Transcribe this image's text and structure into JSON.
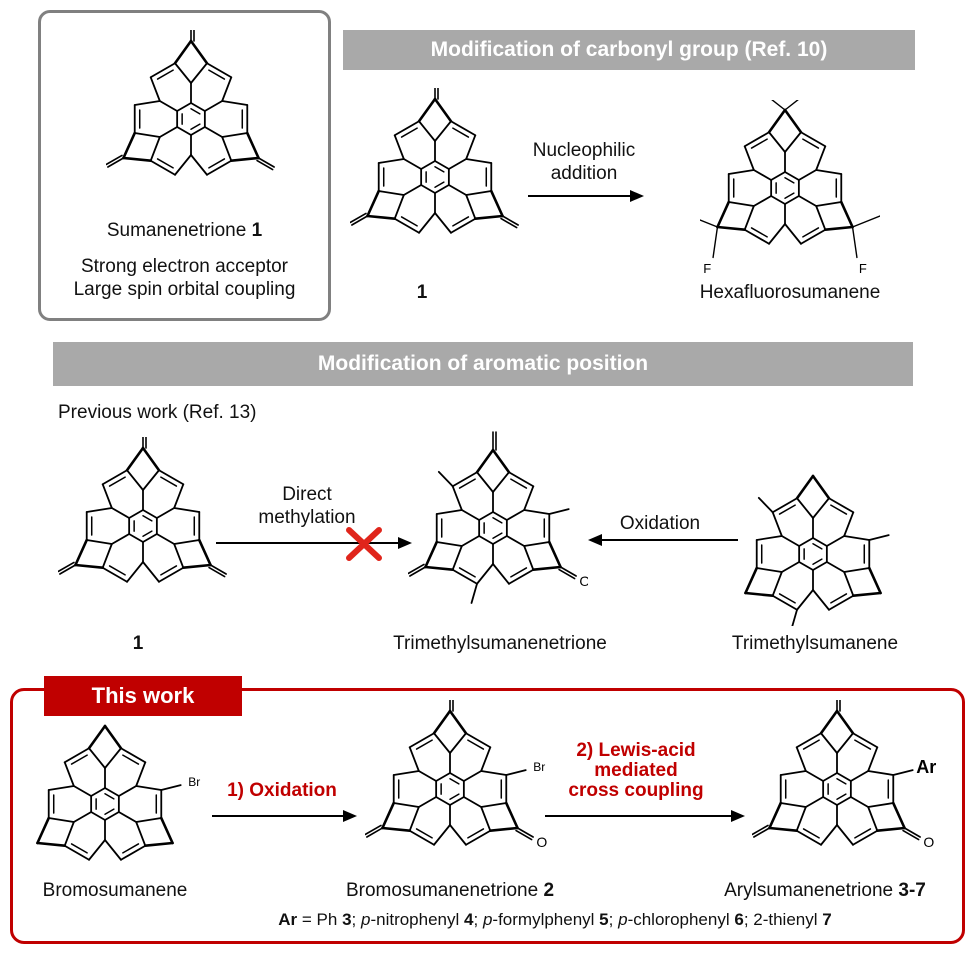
{
  "key_compound": {
    "name": "Sumanenetrione",
    "number": "1",
    "property_1": "Strong electron acceptor",
    "property_2": "Large spin orbital coupling"
  },
  "section_carbonyl": {
    "banner": "Modification of carbonyl group (Ref. 10)",
    "start_label": "1",
    "arrow_line1": "Nucleophilic",
    "arrow_line2": "addition",
    "product_label": "Hexafluorosumanene"
  },
  "section_aromatic": {
    "banner": "Modification of aromatic position",
    "previous_work": "Previous work (Ref. 13)",
    "start_label": "1",
    "arrow1_line1": "Direct",
    "arrow1_line2": "methylation",
    "middle_label": "Trimethylsumanenetrione",
    "arrow2_label": "Oxidation",
    "right_label": "Trimethylsumanene"
  },
  "section_this_work": {
    "tab": "This work",
    "start_label": "Bromosumanene",
    "step1": "1) Oxidation",
    "intermediate_name": "Bromosumanenetrione",
    "intermediate_number": "2",
    "step2_line1": "2) Lewis-acid",
    "step2_line2": "mediated",
    "step2_line3": "cross coupling",
    "product_name": "Arylsumanenetrione",
    "product_number": "3-7",
    "ar_def": {
      "ar": "Ar",
      "eq": " = Ph ",
      "n3": "3",
      "p1": "; ",
      "para1": "p",
      "nitro": "-nitrophenyl ",
      "n4": "4",
      "p2": "; ",
      "para2": "p",
      "formyl": "-formylphenyl ",
      "n5": "5",
      "p3": "; ",
      "para3": "p",
      "chloro": "-chlorophenyl ",
      "n6": "6",
      "thienyl": "; 2-thienyl ",
      "n7": "7"
    }
  },
  "atoms": {
    "oxygen": "O",
    "fluorine": "F",
    "bromine": "Br",
    "aryl": "Ar"
  },
  "colors": {
    "accent_red": "#c00000",
    "banner_gray": "#a9a9a9",
    "box_gray": "#808080"
  }
}
